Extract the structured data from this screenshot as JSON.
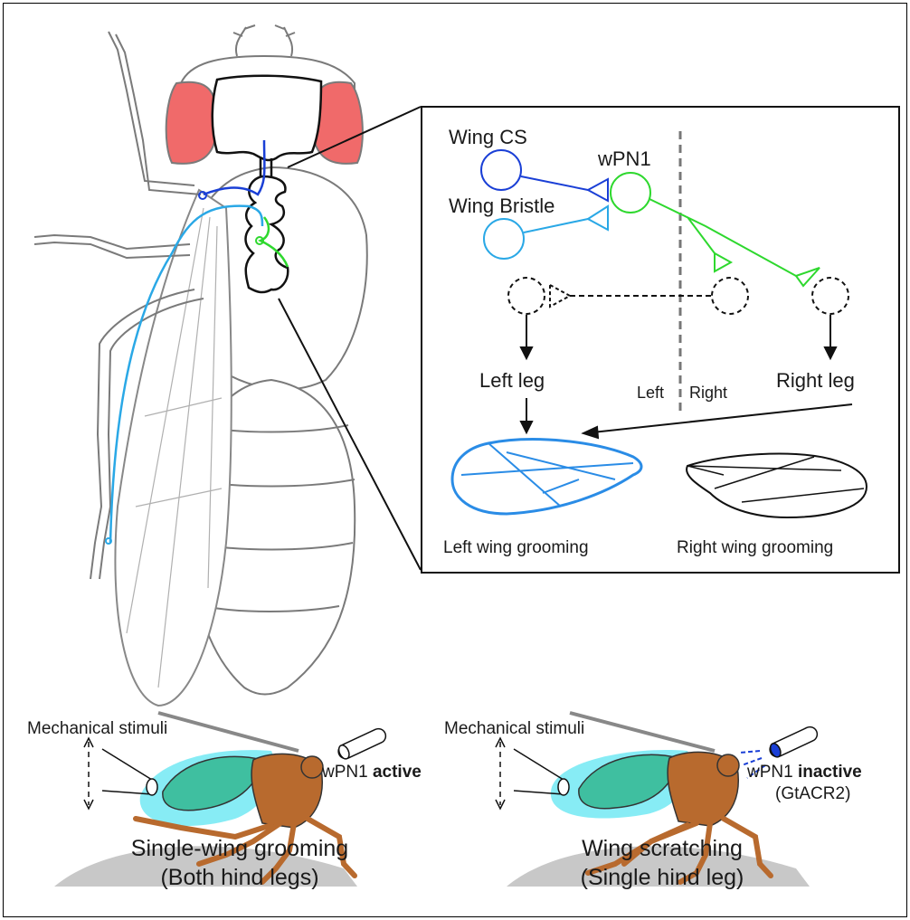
{
  "inset": {
    "neurons": {
      "wing_cs": "Wing CS",
      "wing_bristle": "Wing Bristle",
      "wpn1": "wPN1"
    },
    "legs": {
      "left": "Left leg",
      "right": "Right leg"
    },
    "sides": {
      "left": "Left",
      "right": "Right"
    },
    "grooming": {
      "left": "Left wing grooming",
      "right": "Right wing grooming"
    }
  },
  "bottom": {
    "left_panel": {
      "stimulus": "Mechanical stimuli",
      "state_name": "wPN1",
      "state_word": "active",
      "caption_line1": "Single-wing grooming",
      "caption_line2": "(Both hind legs)"
    },
    "right_panel": {
      "stimulus": "Mechanical stimuli",
      "state_name": "wPN1",
      "state_word": "inactive",
      "state_note": "(GtACR2)",
      "caption_line1": "Wing scratching",
      "caption_line2": "(Single hind leg)"
    }
  },
  "colors": {
    "wing_cs": "#1a3fd6",
    "wing_bristle": "#2aa8e6",
    "wpn1": "#2ed82e",
    "eye": "#f06a6a",
    "fly_body": "#b86a2e",
    "wing_fill": "#3fbfa0",
    "air_puff": "#5fe6f2",
    "ground": "#c8c8c8",
    "light": "#1a3fd6"
  }
}
